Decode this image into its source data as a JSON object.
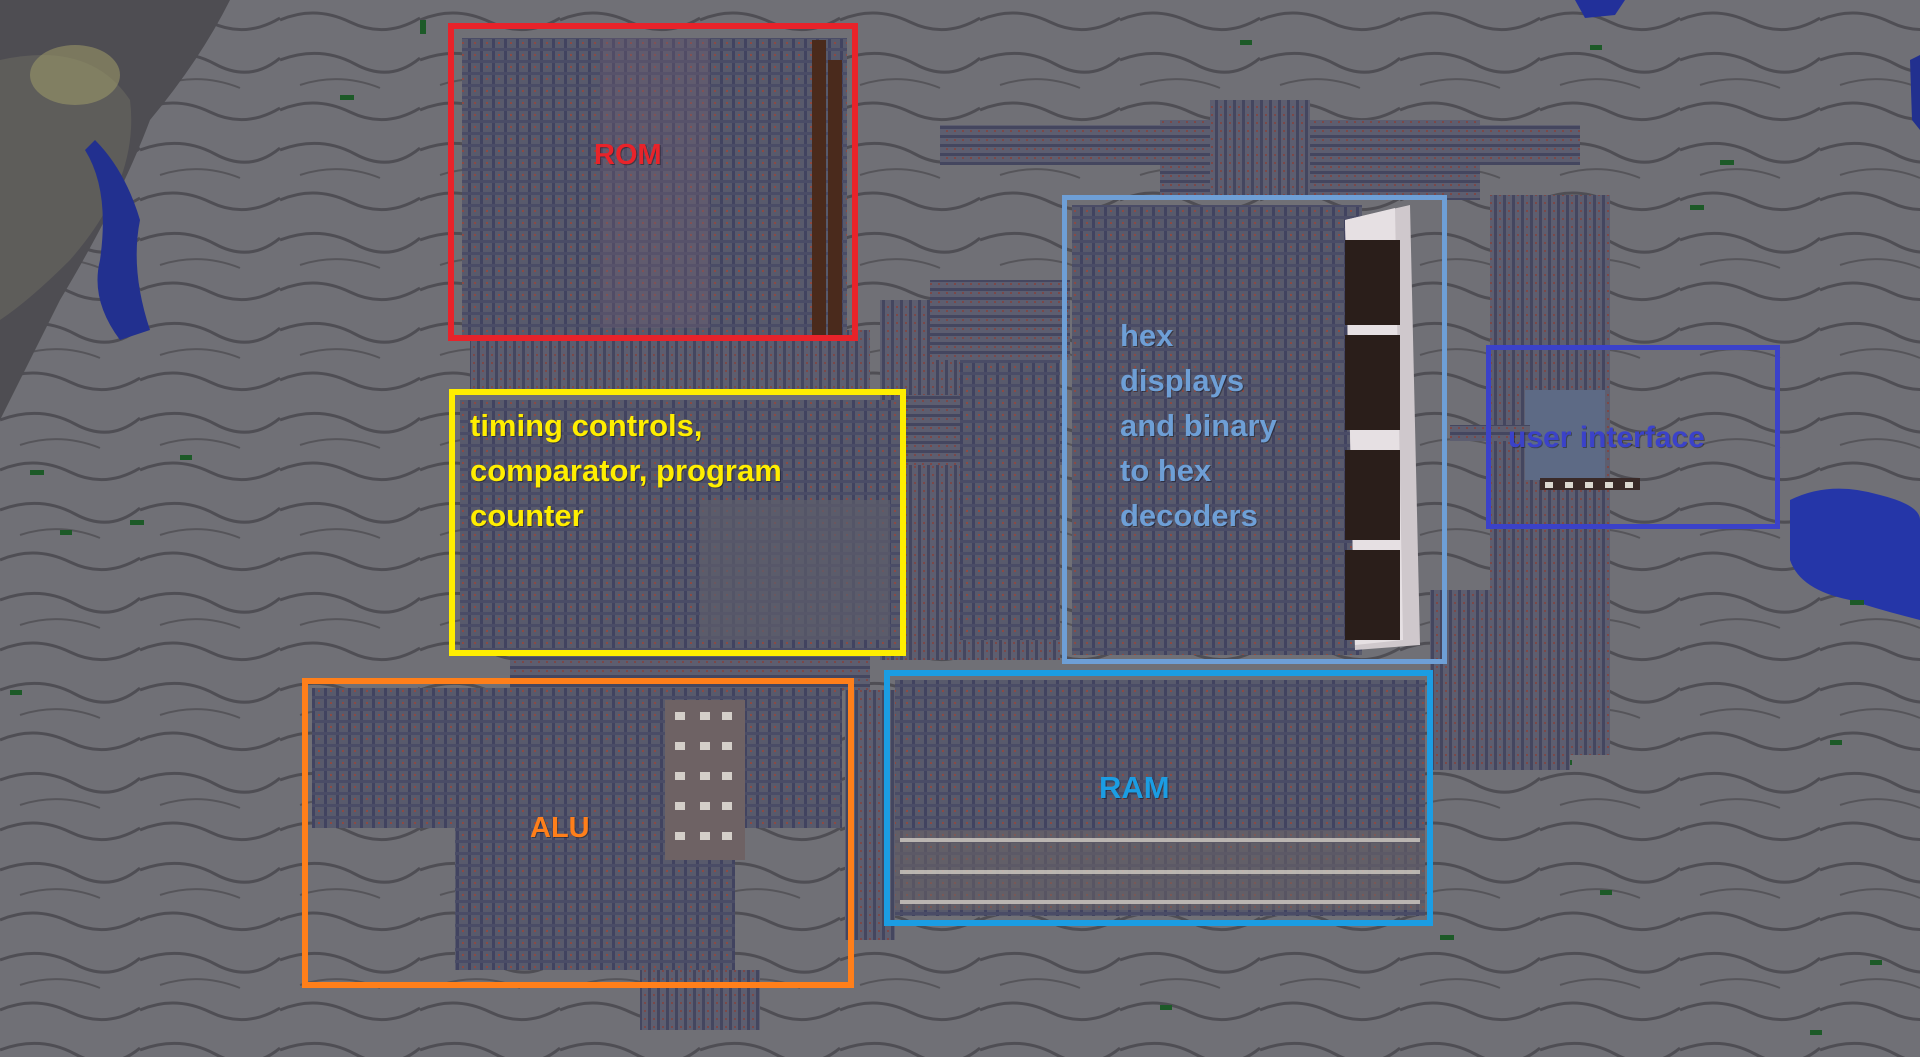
{
  "scene": {
    "description_colors": {
      "ground": "#6e6d73",
      "contour": "#4a494e",
      "circuitry": "#4b4d68",
      "redstone": "#8a4a4a",
      "water": "#1f2fa0",
      "grass": "#1f5a2a"
    }
  },
  "regions": [
    {
      "key": "rom",
      "label": "ROM",
      "color": "#e8232a"
    },
    {
      "key": "timing",
      "label": "timing controls,\ncomparator, program\ncounter",
      "color": "#ffee00"
    },
    {
      "key": "hex",
      "label": "hex\ndisplays\nand binary\nto hex\ndecoders",
      "color": "#6e9fd6"
    },
    {
      "key": "ui",
      "label": "user interface",
      "color": "#3b42c9"
    },
    {
      "key": "alu",
      "label": "ALU",
      "color": "#ff7f1a"
    },
    {
      "key": "ram",
      "label": "RAM",
      "color": "#1b9de3"
    }
  ]
}
